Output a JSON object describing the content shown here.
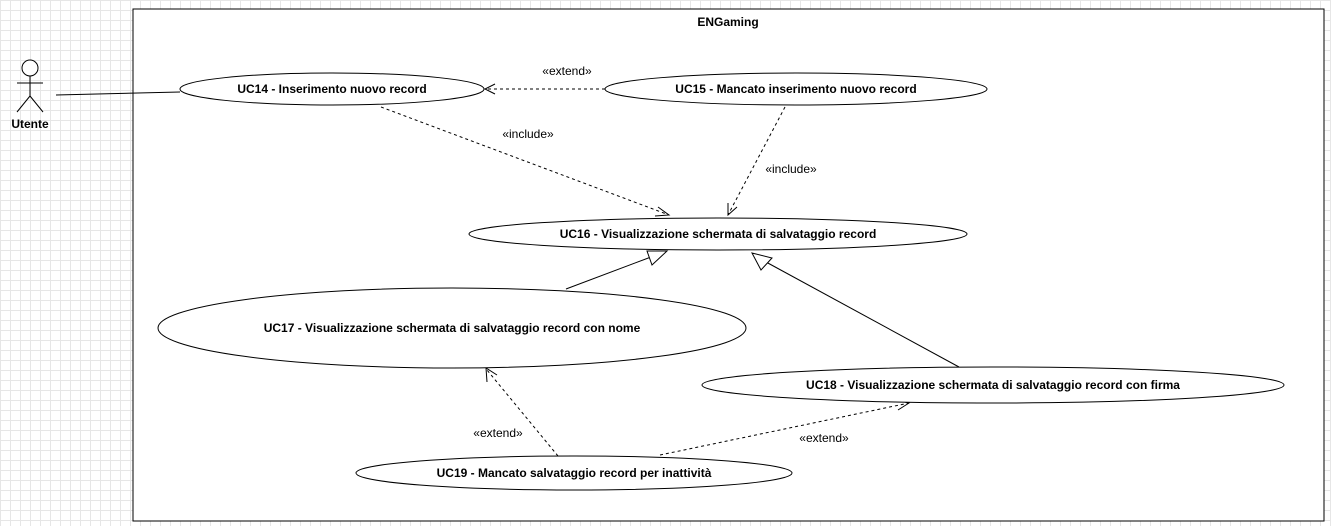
{
  "system": {
    "title": "ENGaming"
  },
  "actor": {
    "name": "Utente"
  },
  "use_cases": {
    "uc14": "UC14 - Inserimento nuovo record",
    "uc15": "UC15 - Mancato inserimento nuovo record",
    "uc16": "UC16 - Visualizzazione schermata di salvataggio record",
    "uc17": "UC17 - Visualizzazione schermata di salvataggio record con nome",
    "uc18": "UC18 - Visualizzazione schermata di salvataggio record con firma",
    "uc19": "UC19 - Mancato salvataggio record per inattività"
  },
  "relationships": {
    "uc15_extends_uc14": "«extend»",
    "uc14_includes_uc16": "«include»",
    "uc15_includes_uc16": "«include»",
    "uc19_extends_uc17": "«extend»",
    "uc19_extends_uc18": "«extend»"
  },
  "colors": {
    "stroke": "#000000",
    "fill": "#ffffff",
    "grid": "#e6e6e6"
  }
}
